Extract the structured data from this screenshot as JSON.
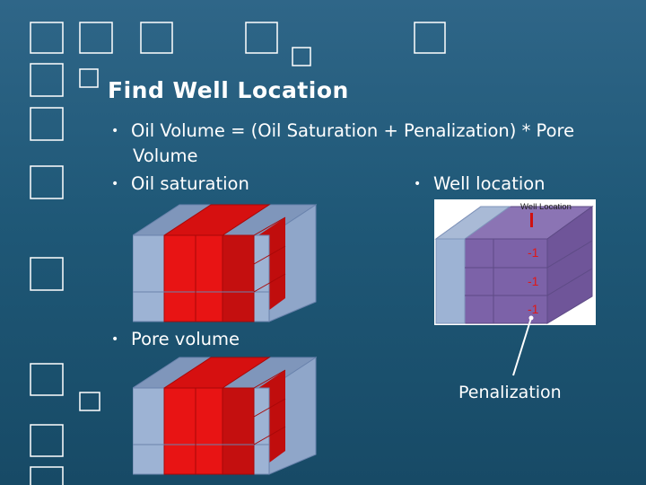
{
  "slide": {
    "title": "Find Well Location",
    "bullets": {
      "formula_line1": "Oil Volume = (Oil Saturation + Penalization) * Pore",
      "formula_line2": "Volume",
      "oil_saturation": "Oil saturation",
      "well_location": "Well location",
      "pore_volume": "Pore volume"
    },
    "well_figure": {
      "caption": "Well Location",
      "cell_values": [
        "-1",
        "-1",
        "-1"
      ],
      "marker_color": "#d01010"
    },
    "annotation": "Penalization",
    "colors": {
      "background": "#1f5877",
      "cube_blue": "#9db3d4",
      "cube_red": "#e81414",
      "cube_red_dark": "#c40f0f",
      "cube_purple": "#7c62a8",
      "text": "#ffffff"
    }
  }
}
